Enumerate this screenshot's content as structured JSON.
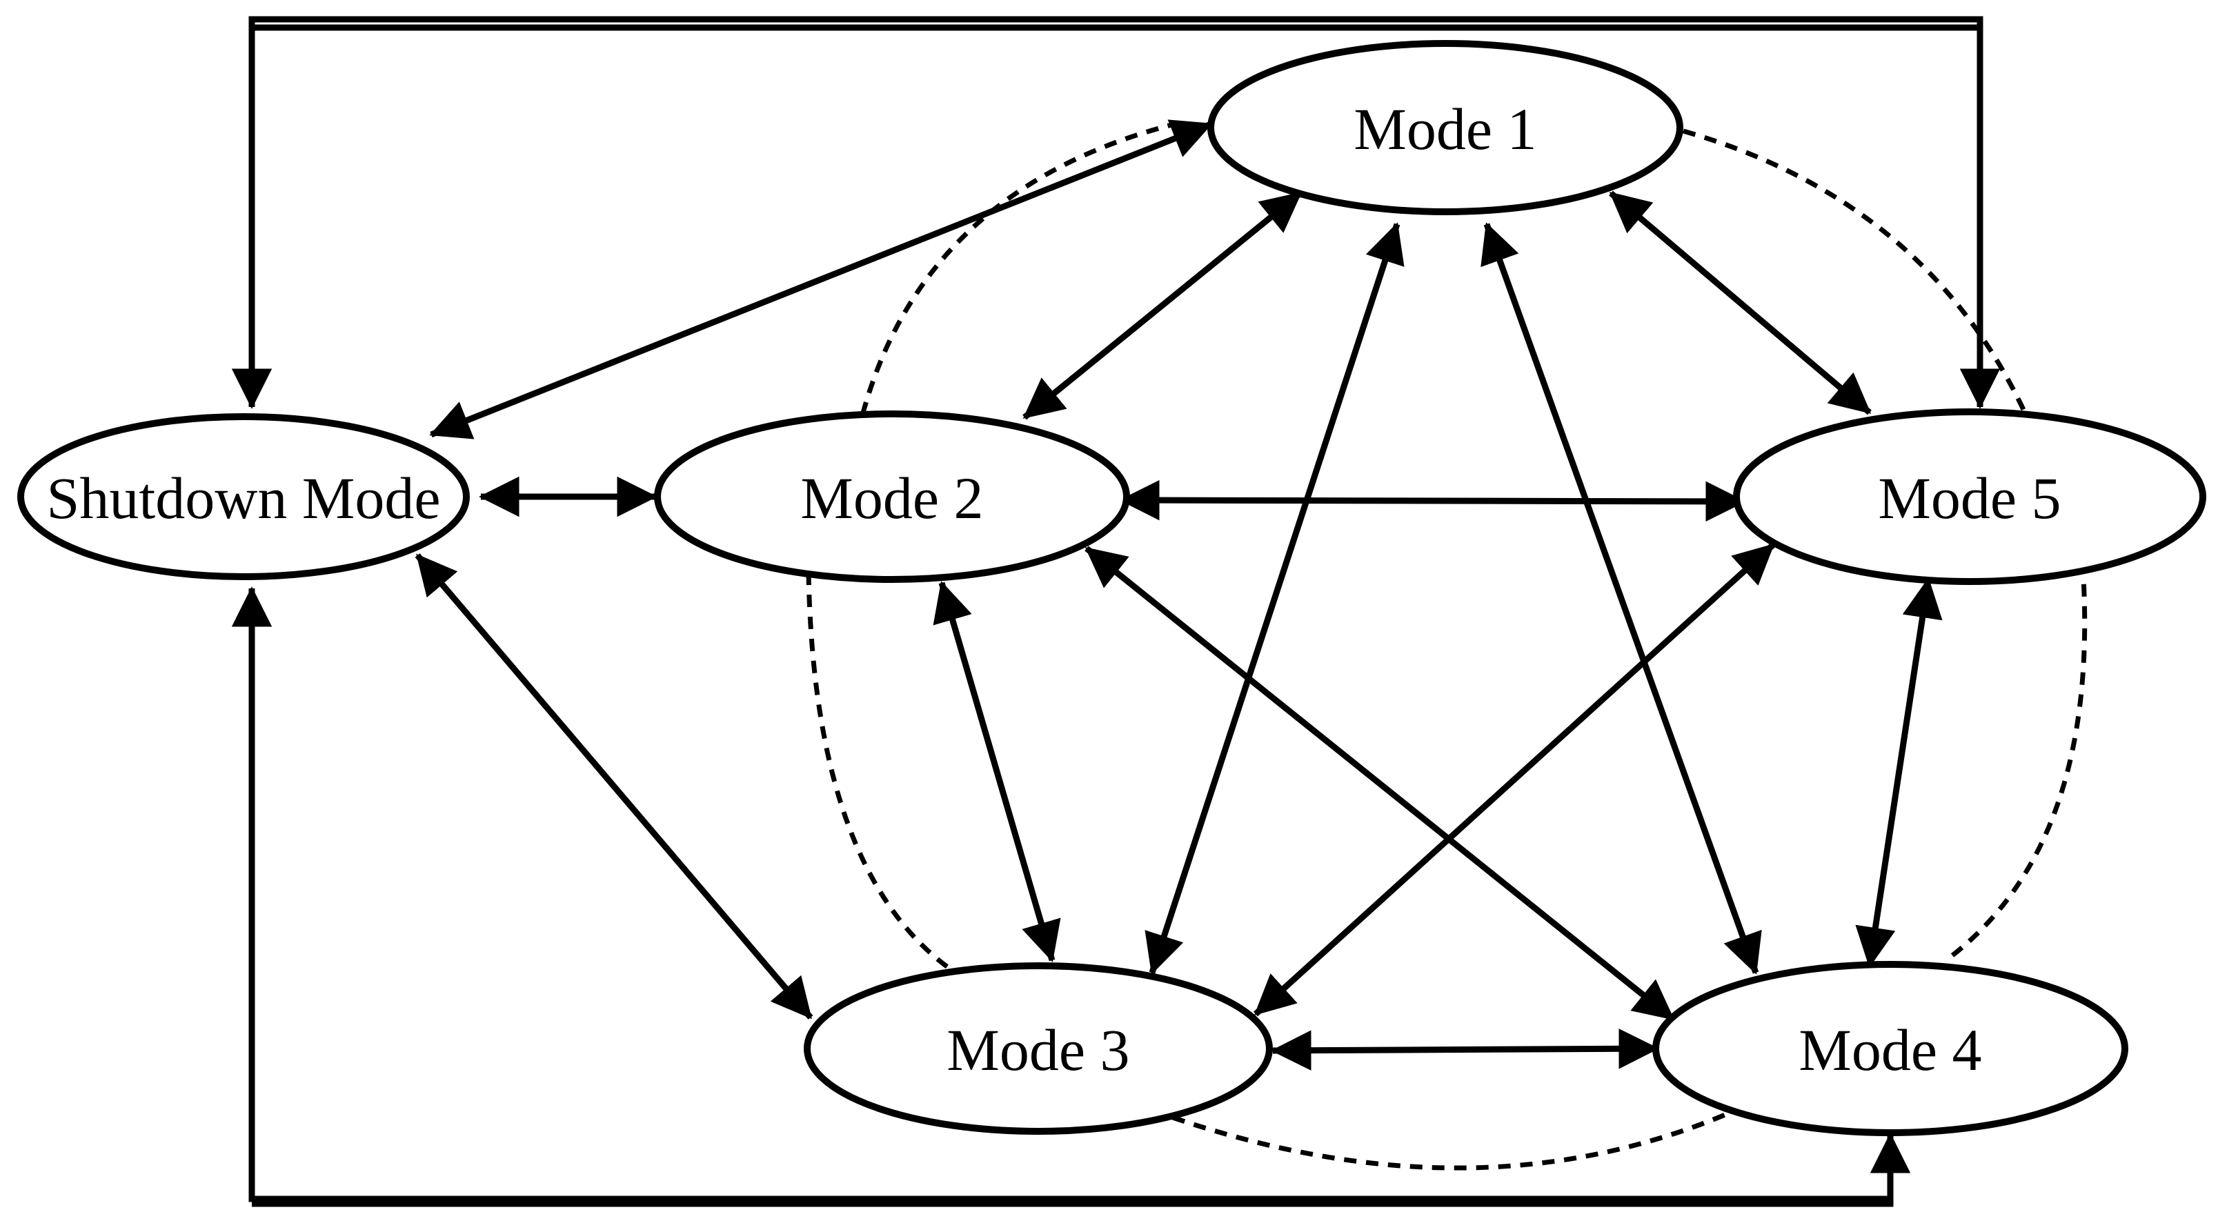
{
  "nodes": {
    "shutdown": {
      "label": "Shutdown Mode"
    },
    "mode1": {
      "label": "Mode 1"
    },
    "mode2": {
      "label": "Mode 2"
    },
    "mode3": {
      "label": "Mode 3"
    },
    "mode4": {
      "label": "Mode 4"
    },
    "mode5": {
      "label": "Mode 5"
    }
  },
  "edges": [
    {
      "from": "Mode 1",
      "to": "Shutdown Mode",
      "type": "bidirectional"
    },
    {
      "from": "Mode 1",
      "to": "Mode 2",
      "type": "bidirectional"
    },
    {
      "from": "Mode 1",
      "to": "Mode 3",
      "type": "bidirectional"
    },
    {
      "from": "Mode 1",
      "to": "Mode 4",
      "type": "bidirectional"
    },
    {
      "from": "Mode 1",
      "to": "Mode 5",
      "type": "bidirectional"
    },
    {
      "from": "Shutdown Mode",
      "to": "Mode 2",
      "type": "bidirectional"
    },
    {
      "from": "Shutdown Mode",
      "to": "Mode 3",
      "type": "bidirectional"
    },
    {
      "from": "Mode 2",
      "to": "Mode 3",
      "type": "bidirectional"
    },
    {
      "from": "Mode 2",
      "to": "Mode 4",
      "type": "bidirectional"
    },
    {
      "from": "Mode 2",
      "to": "Mode 5",
      "type": "bidirectional"
    },
    {
      "from": "Mode 3",
      "to": "Mode 4",
      "type": "bidirectional"
    },
    {
      "from": "Mode 3",
      "to": "Mode 5",
      "type": "bidirectional"
    },
    {
      "from": "Mode 4",
      "to": "Mode 5",
      "type": "bidirectional"
    },
    {
      "from": "Mode 5",
      "to": "Shutdown Mode",
      "type": "directed"
    },
    {
      "from": "Shutdown Mode",
      "to": "Mode 5",
      "type": "directed"
    },
    {
      "from": "Mode 4",
      "to": "Shutdown Mode",
      "type": "directed"
    },
    {
      "from": "Shutdown Mode",
      "to": "Mode 4",
      "type": "directed"
    },
    {
      "from": "Mode 1",
      "to": "Mode 2",
      "type": "dashed"
    },
    {
      "from": "Mode 2",
      "to": "Mode 3",
      "type": "dashed"
    },
    {
      "from": "Mode 3",
      "to": "Mode 4",
      "type": "dashed"
    },
    {
      "from": "Mode 4",
      "to": "Mode 5",
      "type": "dashed"
    },
    {
      "from": "Mode 5",
      "to": "Mode 1",
      "type": "dashed"
    }
  ],
  "colors": {
    "stroke": "#000000",
    "background": "#ffffff"
  }
}
